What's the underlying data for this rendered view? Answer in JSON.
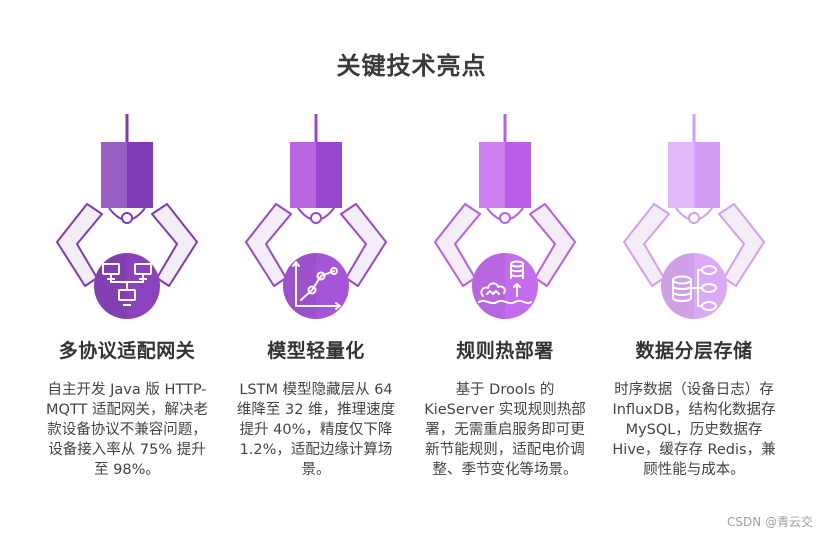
{
  "title": "关键技术亮点",
  "cards": [
    {
      "title": "多协议适配网关",
      "desc": "自主开发 Java 版 HTTP-MQTT 适配网关，解决老款设备协议不兼容问题，设备接入率从 75% 提升至 98%。",
      "icon": "network-icon",
      "colors": {
        "light": "#9a5fc5",
        "dark": "#7e3bb5",
        "circle": "#8a43bd"
      }
    },
    {
      "title": "模型轻量化",
      "desc": "LSTM 模型隐藏层从 64 维降至 32 维，推理速度提升 40%，精度仅下降 1.2%，适配边缘计算场景。",
      "icon": "line-chart-icon",
      "colors": {
        "light": "#b766e0",
        "dark": "#9a47cf",
        "circle": "#a755d8"
      }
    },
    {
      "title": "规则热部署",
      "desc": "基于 Drools 的 KieServer 实现规则热部署，无需重启服务即可更新节能规则，适配电价调整、季节变化等场景。",
      "icon": "server-cloud-icon",
      "colors": {
        "light": "#cf7ff2",
        "dark": "#b95de8",
        "circle": "#c46cee"
      }
    },
    {
      "title": "数据分层存储",
      "desc": "时序数据（设备日志）存 InfluxDB，结构化数据存 MySQL，历史数据存 Hive，缓存存 Redis，兼顾性能与成本。",
      "icon": "database-icon",
      "colors": {
        "light": "#e3b8f7",
        "dark": "#d49df3",
        "circle": "#dcaaf4"
      }
    }
  ],
  "watermark": "CSDN @青云交"
}
